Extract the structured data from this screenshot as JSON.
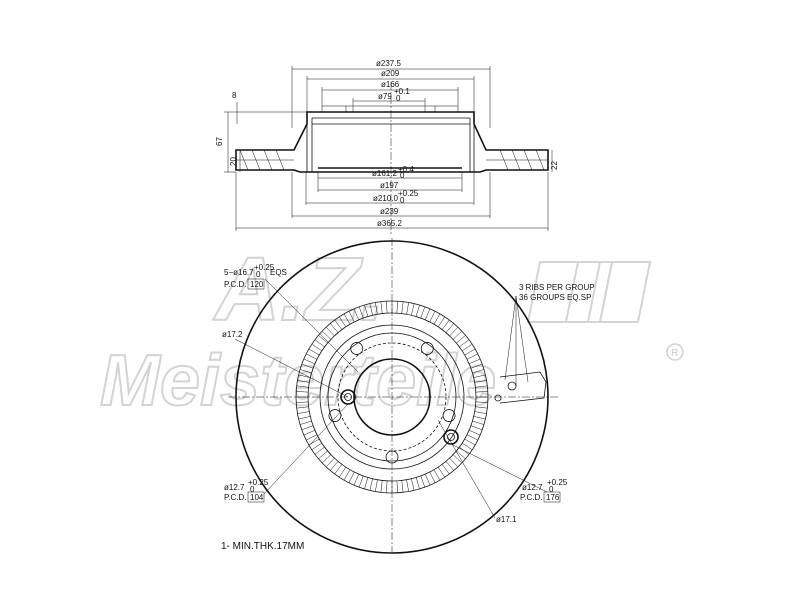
{
  "watermark": {
    "brand_top": "A.Z.",
    "brand_bottom": "Meisterteile",
    "registered_mark": "R"
  },
  "side_view": {
    "dims_top": [
      "ø237.5",
      "ø209",
      "ø166",
      "ø79"
    ],
    "dim_79_tolerance": "+0.1",
    "dim_79_tol_zero": "0",
    "dims_bottom": [
      "ø161.2",
      "ø197",
      "ø210.0",
      "ø239",
      "ø365.2"
    ],
    "dim_161_tolerance": "+0.4",
    "dim_161_tol_zero": "0",
    "dim_210_tolerance": "+0.25",
    "dim_210_tol_zero": "0",
    "height_total": "67",
    "height_hat": "8",
    "height_flange": "20",
    "thickness_right": "22"
  },
  "front_view": {
    "bolt_holes": {
      "count_label": "5−ø16.7",
      "tolerance": "+0.25",
      "tol_zero": "0",
      "suffix": "EQS",
      "pcd_prefix": "P.C.D.",
      "pcd_value": "120"
    },
    "hole_17_2": "ø17.2",
    "pin_left": {
      "diameter": "ø12.7",
      "tolerance": "+0.25",
      "tol_zero": "0",
      "pcd_prefix": "P.C.D.",
      "pcd_value": "104"
    },
    "pin_right": {
      "diameter": "ø12.7",
      "tolerance": "+0.25",
      "tol_zero": "0",
      "pcd_prefix": "P.C.D.",
      "pcd_value": "176"
    },
    "hole_17_1": "ø17.1",
    "ribs_line1": "3 RIBS PER GROUP",
    "ribs_line2": "36 GROUPS EQ.SP"
  },
  "note": "1- MIN.THK.17MM"
}
